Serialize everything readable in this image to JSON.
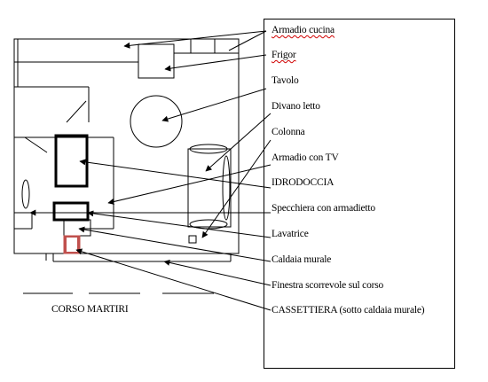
{
  "legend": {
    "items": [
      {
        "id": "armadio-cucina",
        "label": "Armadio cucina",
        "spellcheck": true
      },
      {
        "id": "frigor",
        "label": "Frigor",
        "spellcheck": true
      },
      {
        "id": "tavolo",
        "label": "Tavolo"
      },
      {
        "id": "divano-letto",
        "label": "Divano letto"
      },
      {
        "id": "colonna",
        "label": "Colonna"
      },
      {
        "id": "armadio-tv",
        "label": "Armadio con TV"
      },
      {
        "id": "idrodoccia",
        "label": "IDRODOCCIA"
      },
      {
        "id": "specchiera",
        "label": "Specchiera con armadietto"
      },
      {
        "id": "lavatrice",
        "label": "Lavatrice"
      },
      {
        "id": "caldaia",
        "label": "Caldaia murale"
      },
      {
        "id": "finestra",
        "label": "Finestra scorrevole sul corso"
      },
      {
        "id": "cassettiera",
        "label": "CASSETTIERA (sotto caldaia murale)"
      }
    ]
  },
  "street": {
    "label": "CORSO MARTIRI"
  },
  "colors": {
    "line": "#000000",
    "cassettiera": "#c0504d",
    "spellcheck": "#d00000",
    "background": "#ffffff"
  }
}
